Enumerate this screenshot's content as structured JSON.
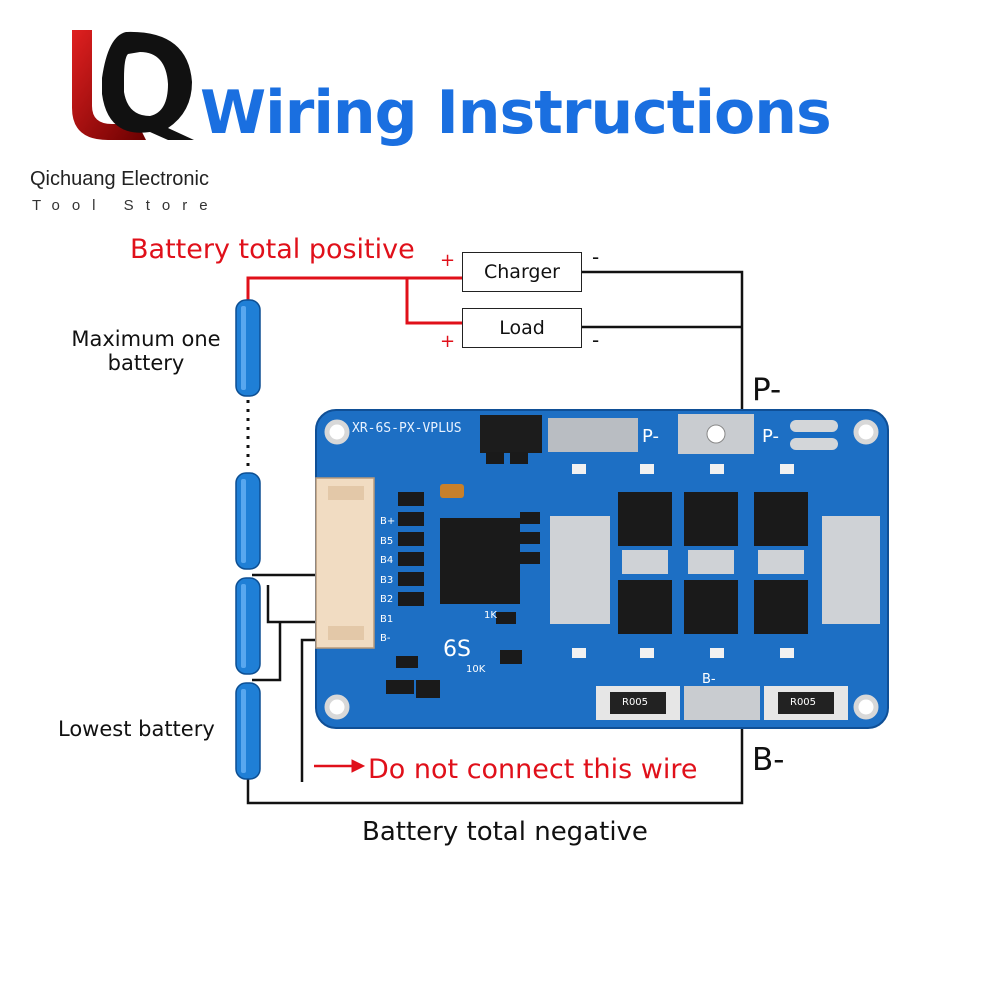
{
  "brand": {
    "name": "Qichuang Electronic",
    "sub": "Tool Store"
  },
  "title": "Wiring Instructions",
  "labels": {
    "battery_total_positive": "Battery total positive",
    "charger": "Charger",
    "load": "Load",
    "plus": "+",
    "minus": "-",
    "maximum_one_battery_line1": "Maximum one",
    "maximum_one_battery_line2": "battery",
    "lowest_battery": "Lowest battery",
    "do_not_connect": "Do not connect this wire",
    "battery_total_negative": "Battery total negative",
    "p_minus": "P-",
    "b_minus": "B-"
  },
  "board": {
    "model": "XR-6S-PX-VPLUS",
    "cells": "6S",
    "pad_p": "P-",
    "pad_b": "B-",
    "resistor_code": "R005",
    "r1": "1K",
    "r2": "10K",
    "connector_pins": [
      "B+",
      "B5",
      "B4",
      "B3",
      "B2",
      "B1",
      "B-"
    ]
  },
  "colors": {
    "title": "#1a6fe0",
    "positive_wire": "#e0101a",
    "wire": "#111111",
    "battery": "#1f7fd6",
    "pcb": "#1d6fc4"
  }
}
